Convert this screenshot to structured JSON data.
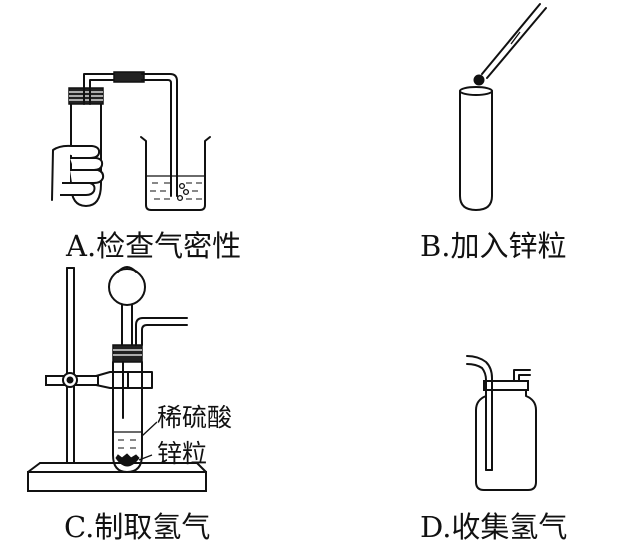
{
  "panels": [
    {
      "id": "A",
      "caption": "A.检查气密性"
    },
    {
      "id": "B",
      "caption": "B.加入锌粒"
    },
    {
      "id": "C",
      "caption": "C.制取氢气",
      "labels": [
        "稀硫酸",
        "锌粒"
      ]
    },
    {
      "id": "D",
      "caption": "D.收集氢气"
    }
  ]
}
